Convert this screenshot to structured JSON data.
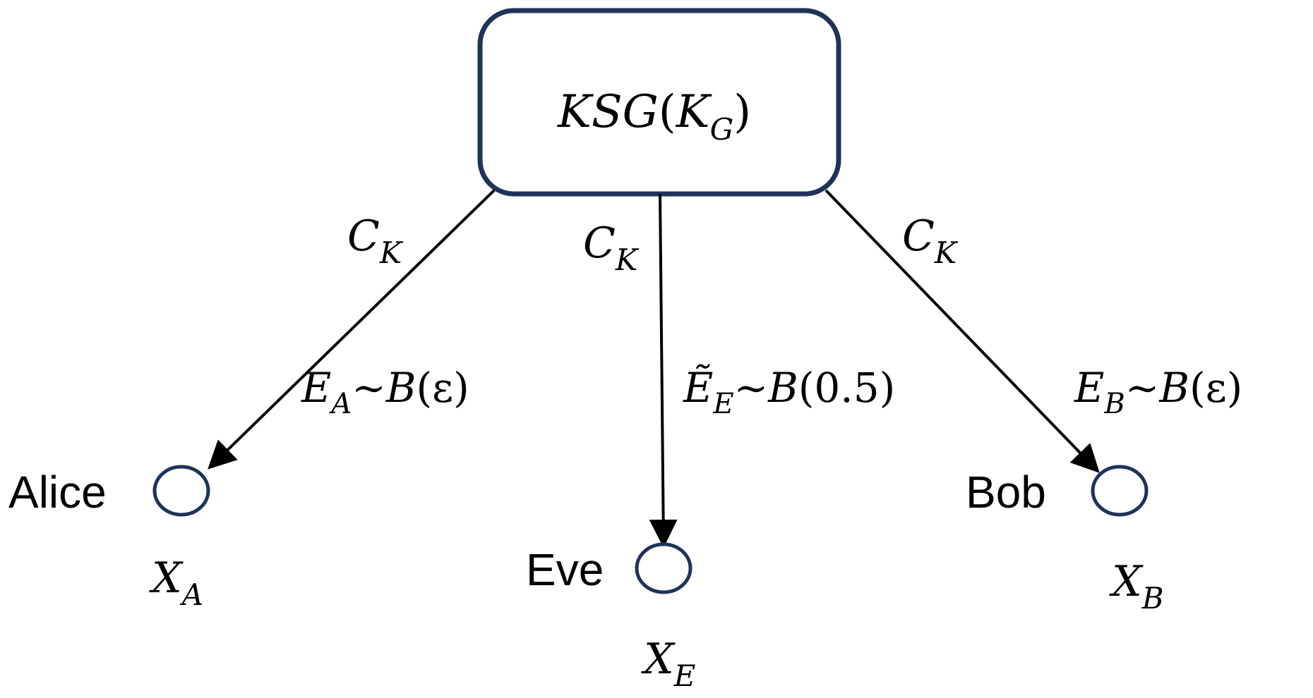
{
  "generator": {
    "func": "KSG",
    "open": "(",
    "arg": "K",
    "arg_sub": "G",
    "close": ")"
  },
  "edges": {
    "alice": {
      "label": "C",
      "label_sub": "K",
      "noise": "E",
      "noise_sub": "A",
      "noise_dist": "∼B",
      "noise_param": "(ε)"
    },
    "eve": {
      "label": "C",
      "label_sub": "K",
      "noise": "Ẽ",
      "noise_sub": "E",
      "noise_dist": "∼B",
      "noise_param": "(0.5)"
    },
    "bob": {
      "label": "C",
      "label_sub": "K",
      "noise": "E",
      "noise_sub": "B",
      "noise_dist": "∼B",
      "noise_param": "(ε)"
    }
  },
  "parties": {
    "alice": {
      "name": "Alice",
      "var": "X",
      "var_sub": "A"
    },
    "eve": {
      "name": "Eve",
      "var": "X",
      "var_sub": "E"
    },
    "bob": {
      "name": "Bob",
      "var": "X",
      "var_sub": "B"
    }
  },
  "colors": {
    "box_stroke": "#1f3358",
    "node_stroke": "#1f3358",
    "arrow": "#000000"
  }
}
